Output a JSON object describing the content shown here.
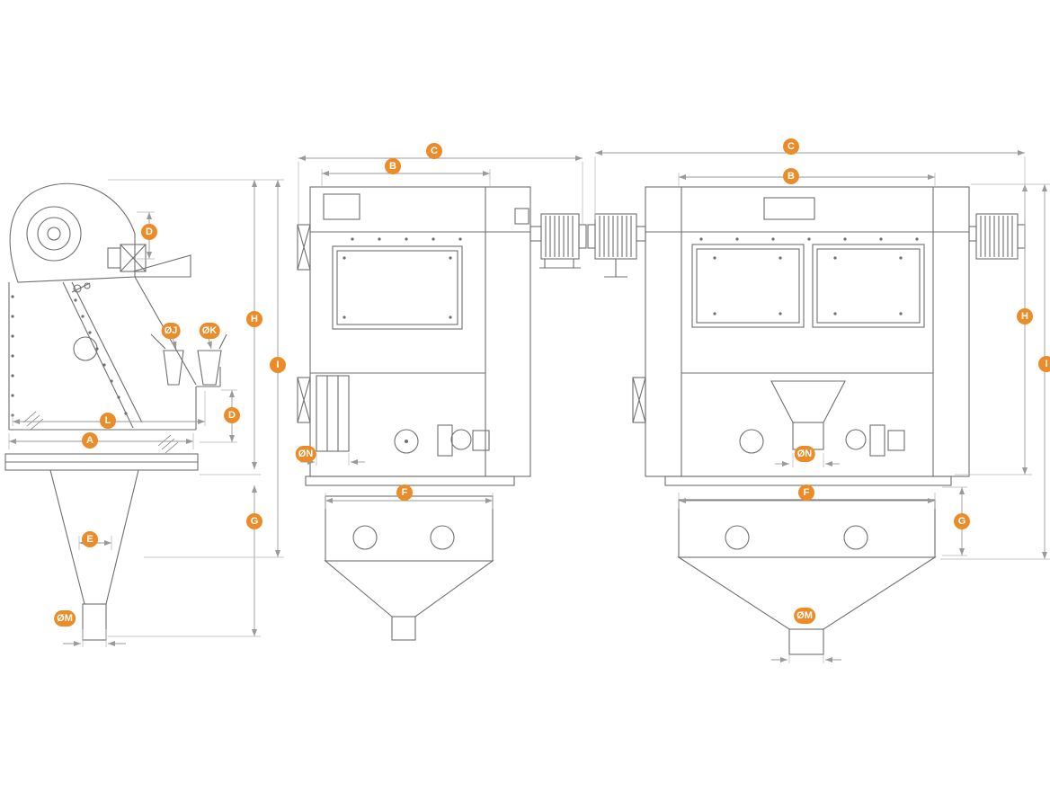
{
  "diagram": {
    "type": "technical-dimension-drawing",
    "description": "Three-view dimensional drawing of a seed/grain cleaning machine with orange dimension markers",
    "accent_color": "#EC8C28",
    "line_color": "#6F6F6F",
    "labels": [
      "D",
      "ØJ",
      "ØK",
      "H",
      "I",
      "D",
      "L",
      "A",
      "G",
      "E",
      "ØM",
      "C",
      "B",
      "ØN",
      "F",
      "C",
      "B",
      "H",
      "I",
      "ØN",
      "F",
      "G",
      "ØM"
    ]
  }
}
